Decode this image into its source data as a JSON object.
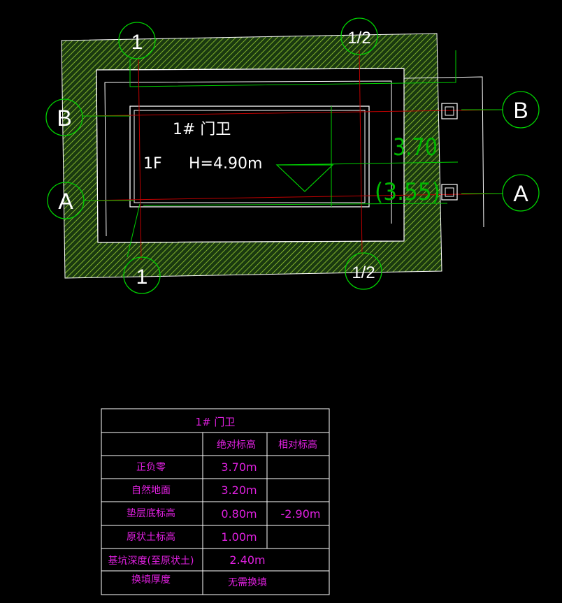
{
  "plan": {
    "building_label": "1# 门卫",
    "floor_label": "1F",
    "height_label": "H=4.90m",
    "elevation_main": "3.70",
    "elevation_secondary": "(3.55)"
  },
  "axes": {
    "top_left": "1",
    "top_right": "1/2",
    "bottom_left": "1",
    "bottom_right": "1/2",
    "left_b": "B",
    "left_a": "A",
    "right_b": "B",
    "right_a": "A"
  },
  "table": {
    "title": "1# 门卫",
    "col_absolute": "绝对标高",
    "col_relative": "相对标高",
    "rows": [
      {
        "label": "正负零",
        "absolute": "3.70m",
        "relative": ""
      },
      {
        "label": "自然地面",
        "absolute": "3.20m",
        "relative": ""
      },
      {
        "label": "垫层底标高",
        "absolute": "0.80m",
        "relative": "-2.90m"
      },
      {
        "label": "原状土标高",
        "absolute": "1.00m",
        "relative": ""
      },
      {
        "label": "基坑深度(至原状土)",
        "absolute": "2.40m",
        "relative": ""
      },
      {
        "label": "换填厚度",
        "absolute": "无需换填",
        "relative": ""
      }
    ]
  },
  "colors": {
    "background": "#000000",
    "hatch": "#9acd32",
    "axis_circle": "#00d000",
    "grid_line": "#c00000",
    "outline": "#ffffff",
    "elevation_text": "#00c000",
    "table_text": "#e020e0"
  }
}
